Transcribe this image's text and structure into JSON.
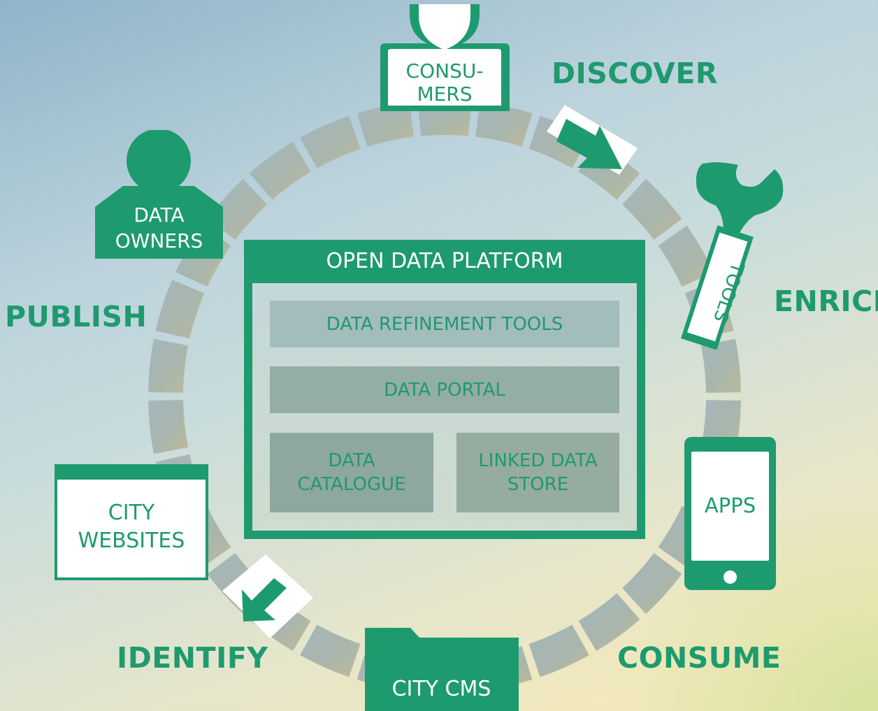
{
  "diagram": {
    "center": {
      "title": "OPEN DATA PLATFORM",
      "tools": "DATA REFINEMENT TOOLS",
      "portal": "DATA PORTAL",
      "catalogue": [
        "DATA",
        "CATALOGUE"
      ],
      "store": [
        "LINKED DATA",
        "STORE"
      ]
    },
    "nodes": {
      "consumers": [
        "CONSU-",
        "MERS"
      ],
      "owners": [
        "DATA",
        "OWNERS"
      ],
      "tools": "TOOLS",
      "apps": "APPS",
      "websites": [
        "CITY",
        "WEBSITES"
      ],
      "cms": "CITY CMS"
    },
    "phases": {
      "discover": "DISCOVER",
      "enrich": "ENRICH",
      "consume": "CONSUME",
      "identify": "IDENTIFY",
      "publish": "PUBLISH"
    },
    "colors": {
      "accent": "#1e9a6f",
      "ring_segment": "#9fb2b3",
      "tile": "#a3bcbc"
    },
    "icons": [
      "person-icon",
      "wrench-icon",
      "arrow-icon",
      "phone-icon",
      "folder-icon",
      "browser-window-icon"
    ]
  }
}
